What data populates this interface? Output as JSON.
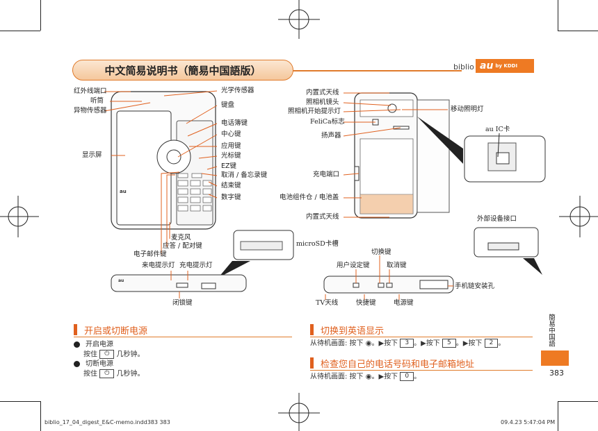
{
  "header": {
    "title": "中文简易说明书（簡易中国語版）",
    "brand": "biblio",
    "logo_text": "au",
    "logo_sub": "by KDDI"
  },
  "front_labels": {
    "ir_port": "红外线端口",
    "receiver": "听筒",
    "proximity_sensor": "异物传感器",
    "display": "显示屏",
    "light_sensor": "光学传感器",
    "keypad": "键盘",
    "phonebook_key": "电话簿键",
    "center_key": "中心键",
    "app_key": "应用键",
    "cursor_key": "光标键",
    "ez_key": "EZ键",
    "cancel_memo_key": "取消 / 备忘录键",
    "end_key": "结束键",
    "number_keys": "数字键",
    "microphone": "麦克风",
    "answer_pair_key": "应答 / 配对键",
    "mail_key": "电子邮件键"
  },
  "back_labels": {
    "antenna_top": "内置式天线",
    "camera_lens": "照相机镜头",
    "camera_indicator": "照相机开始提示灯",
    "mobile_light": "移动照明灯",
    "felica_mark": "FeliCa标志",
    "speaker": "扬声器",
    "charge_port": "充电端口",
    "battery_cover": "电池组件仓 / 电池盖",
    "antenna_bottom": "内置式天线",
    "au_ic_card": "au IC卡",
    "external_port": "外部设备接口",
    "microsd_slot": "microSD卡槽"
  },
  "side_labels": {
    "incoming_light": "来电提示灯",
    "charge_light": "充电提示灯",
    "lock_key": "闭锁键",
    "switch_key": "切换键",
    "user_key": "用户设定键",
    "cancel_key": "取消键",
    "strap_hole": "手机链安装孔",
    "tv_antenna": "TV天线",
    "shortcut_key": "快捷键",
    "power_key": "电源键"
  },
  "sections": {
    "power": {
      "title": "开启或切断电源",
      "on_title": "开启电源",
      "on_body_pre": "按住",
      "on_body_post": "几秒钟。",
      "off_title": "切断电源",
      "off_body_pre": "按住",
      "off_body_post": "几秒钟。"
    },
    "english": {
      "title": "切换到英语显示",
      "body_pre": "从待机画面: 按下",
      "seq": [
        "3",
        "5",
        "2"
      ],
      "step": "按下"
    },
    "check": {
      "title": "检查您自己的电话号码和电子邮箱地址",
      "body_pre": "从待机画面: 按下",
      "seq": [
        "0"
      ],
      "step": "按下"
    }
  },
  "side_tab": {
    "text": "簡易中国語",
    "page_number": "383"
  },
  "footer": {
    "file": "biblio_17_04_digest_E&C-memo.indd383   383",
    "date": "09.4.23   5:47:04 PM"
  },
  "colors": {
    "accent": "#ee7a23",
    "accent_dark": "#e0601e",
    "pill_fill": "#f5c79c"
  }
}
